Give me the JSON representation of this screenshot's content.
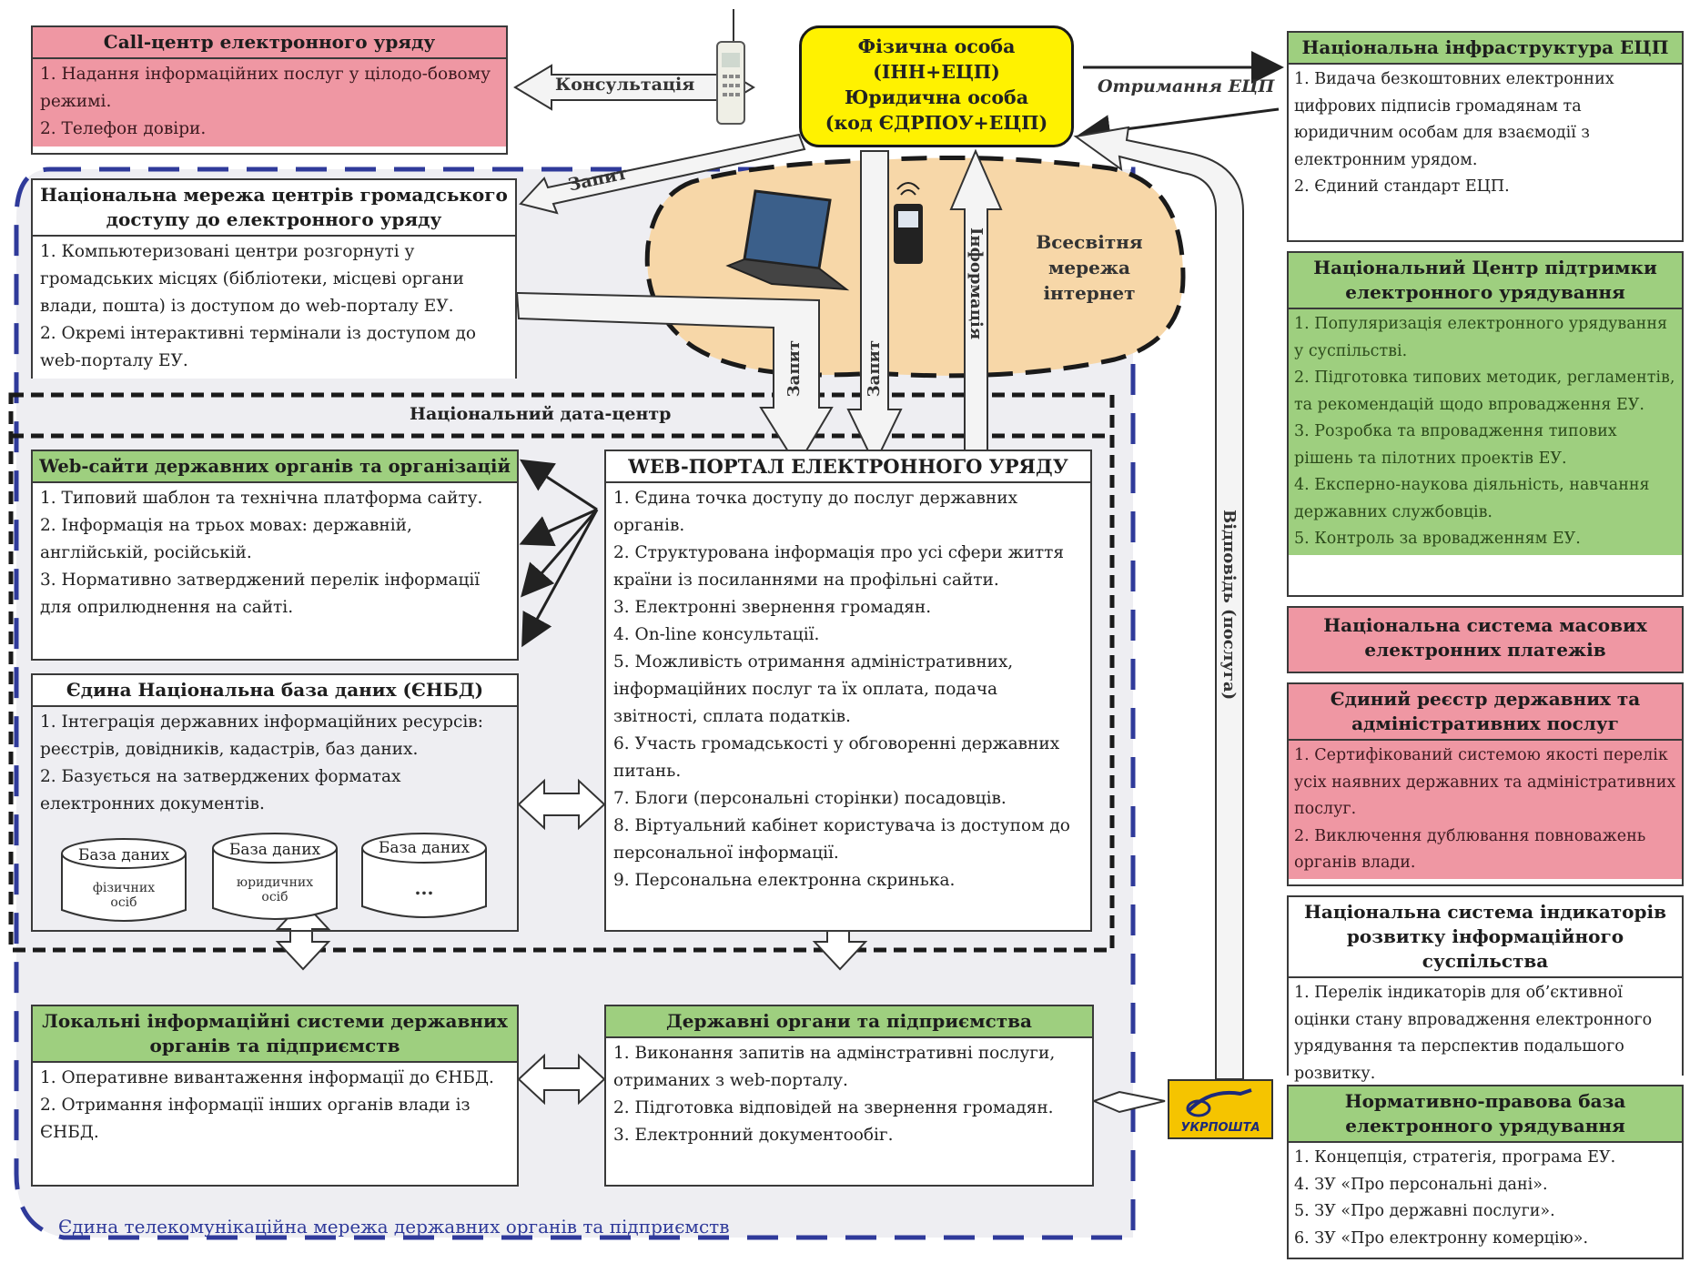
{
  "call_center": {
    "title": "Call-центр електронного уряду",
    "items": [
      "1. Надання інформаційних послуг у цілодо-бовому режимі.",
      "2. Телефон довіри."
    ]
  },
  "person": {
    "line1": "Фізична особа",
    "line2": "(ІНН+ЕЦП)",
    "line3": "Юридична особа",
    "line4": "(код ЄДРПОУ+ЕЦП)"
  },
  "arrows": {
    "consultation": "Консультація",
    "receive_edp": "Отримання ЕЦП",
    "request_left": "Запит",
    "request_1": "Запит",
    "request_2": "Запит",
    "information": "Інформація",
    "answer": "Відповідь (послуга)"
  },
  "internet": {
    "label": "Всесвітня мережа інтернет"
  },
  "access_centers": {
    "title": "Національна мережа центрів громадського доступу до електронного уряду",
    "items": [
      "1. Компьютеризовані центри розгорнуті у громадських місцях (бібліотеки, місцеві органи влади, пошта) із доступом до web-порталу ЕУ.",
      "2. Окремі інтерактивні термінали із доступом до web-порталу ЕУ."
    ]
  },
  "data_center": {
    "title": "Національний дата-центр"
  },
  "websites": {
    "title": "Web-сайти державних органів та організацій",
    "items": [
      "1. Типовий шаблон та технічна платформа сайту.",
      "2. Інформація на трьох мовах: державній, англійській, російській.",
      "3. Нормативно затверджений перелік інформації для оприлюднення на сайті."
    ]
  },
  "database": {
    "title": "Єдина Національна база даних (ЄНБД)",
    "items": [
      "1. Інтеграція державних інформаційних ресурсів: реєстрів, довідників, кадастрів, баз даних.",
      "2. Базується на затверджених форматах електронних документів."
    ],
    "cylinders": [
      {
        "label": "База даних",
        "sub": "фізичних осіб"
      },
      {
        "label": "База даних",
        "sub": "юридичних осіб"
      },
      {
        "label": "База даних",
        "sub": "..."
      }
    ]
  },
  "portal": {
    "title": "WEB-ПОРТАЛ ЕЛЕКТРОННОГО УРЯДУ",
    "items": [
      "1. Єдина точка доступу до послуг державних органів.",
      "2. Структурована інформація про усі сфери життя країни із посиланнями на профільні сайти.",
      "3. Електронні звернення громадян.",
      "4. On-line консультації.",
      "5. Можливість отримання адміністративних, інформаційних послуг та їх оплата, подача звітності, сплата податків.",
      "6. Участь громадськості у обговоренні державних питань.",
      "7. Блоги (персональні сторінки) посадовців.",
      "8. Віртуальний кабінет користувача із доступом до персональної інформації.",
      "9. Персональна електронна скринька."
    ]
  },
  "local_systems": {
    "title": "Локальні інформаційні системи державних органів та підприємств",
    "items": [
      "1. Оперативне вивантаження інформації до ЄНБД.",
      "2. Отримання інформації інших органів влади із ЄНБД."
    ]
  },
  "gov_bodies": {
    "title": "Державні органи та підприємства",
    "items": [
      "1. Виконання запитів на адмінстративні послуги, отриманих з web-порталу.",
      "2. Підготовка відповідей на звернення громадян.",
      "3. Електронний документообіг."
    ]
  },
  "telecom": {
    "label": "Єдина телекомунікаційна мережа державних органів та підприємств"
  },
  "ukrposhta": {
    "label": "УКРПОШТА"
  },
  "right": {
    "infra": {
      "title": "Національна інфраструктура ЕЦП",
      "items": [
        "1. Видача безкоштовних електронних цифрових підписів громадянам та юридичним особам для взаємодії з електронним урядом.",
        "2. Єдиний стандарт ЕЦП."
      ]
    },
    "support": {
      "title": "Національний Центр підтримки електронного урядування",
      "items": [
        "1. Популяризація електронного урядування у суспільстві.",
        "2. Підготовка типових методик, регламентів, та рекомендацій щодо впровадження ЕУ.",
        "3. Розробка та впровадження типових рішень та пілотних проектів ЕУ.",
        "4. Експерно-наукова діяльність, навчання державних службовців.",
        "5. Контроль за вровадженням ЕУ."
      ]
    },
    "payments": {
      "title": "Національна система масових електронних платежів"
    },
    "registry": {
      "title": "Єдиний реєстр державних та адміністративних послуг",
      "items": [
        "1. Сертифікований системою якості перелік усіх наявних державних та адміністративних послуг.",
        "2. Виключення дублювання повноважень органів влади."
      ]
    },
    "indicators": {
      "title": "Національна система індикаторів розвитку інформаційного суспільства",
      "items": [
        "1. Перелік індикаторів для об’єктивної оцінки стану впровадження електронного урядування та перспектив подальшого розвитку."
      ]
    },
    "legal": {
      "title": "Нормативно-правова база електронного урядування",
      "items": [
        "1. Концепція, стратегія, програма ЕУ.",
        "4. ЗУ «Про персональні дані».",
        "5. ЗУ «Про державні послуги».",
        "6. ЗУ «Про електронну комерцію»."
      ]
    }
  }
}
